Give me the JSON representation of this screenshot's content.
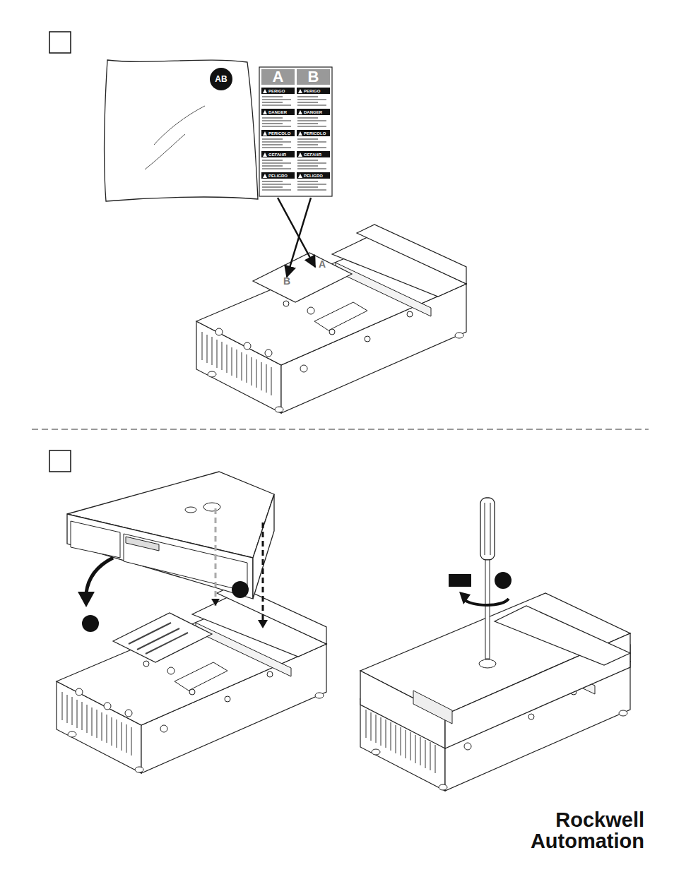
{
  "diagram": {
    "labels": [
      "A",
      "B",
      "PERIGO",
      "DANGER",
      "PERICOLO",
      "GEFAHR",
      "PELIGRO",
      "PERIGO",
      "DANGER",
      "PERICOLO",
      "GEFAHR",
      "PELIGRO",
      "A",
      "B",
      "AB",
      "Rockwell Automation"
    ]
  }
}
